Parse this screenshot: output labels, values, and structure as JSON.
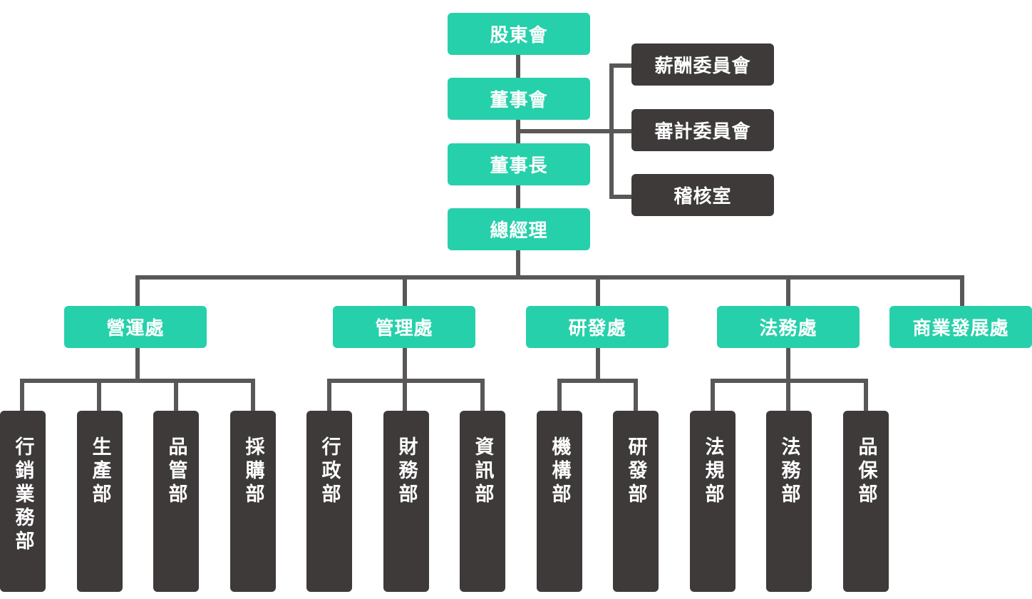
{
  "chain": {
    "shareholders": "股東會",
    "board": "董事會",
    "chairman": "董事長",
    "gm": "總經理"
  },
  "committees": {
    "compensation": "薪酬委員會",
    "audit": "審計委員會",
    "internal_audit": "稽核室"
  },
  "divisions": {
    "operations": "營運處",
    "management": "管理處",
    "rnd": "研發處",
    "legal": "法務處",
    "business_dev": "商業發展處"
  },
  "departments": {
    "marketing": "行銷業務部",
    "production": "生產部",
    "qc": "品管部",
    "purchasing": "採購部",
    "admin": "行政部",
    "finance": "財務部",
    "it": "資訊部",
    "mechanism": "機構部",
    "rd": "研發部",
    "regulatory": "法規部",
    "legal_affairs": "法務部",
    "qa": "品保部"
  },
  "colors": {
    "green": "#26d0aa",
    "dark": "#3d3a39",
    "line": "#595757"
  }
}
